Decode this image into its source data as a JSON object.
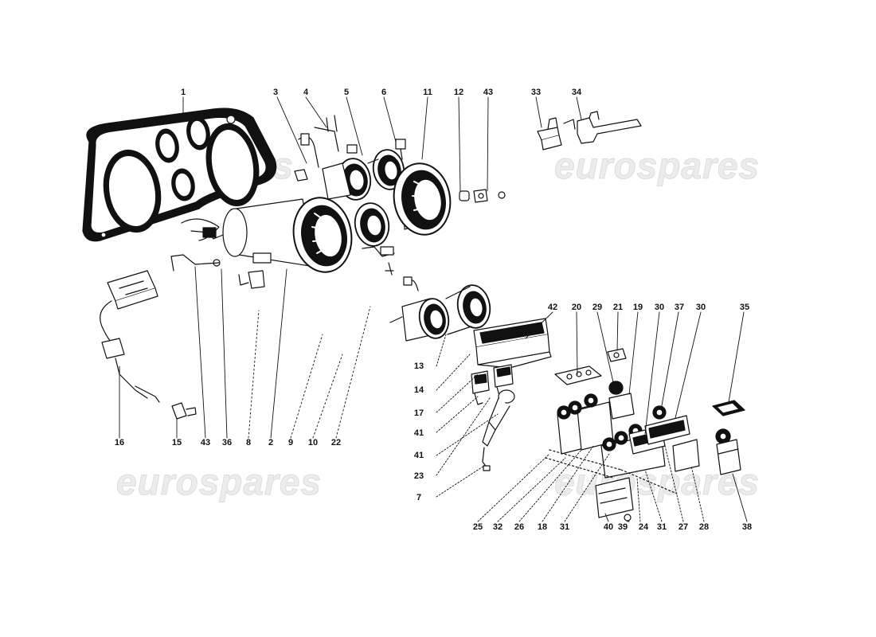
{
  "watermark": {
    "text": "eurospares",
    "color": "#e6e6e6"
  },
  "callouts": [
    {
      "id": "c1",
      "text": "1"
    },
    {
      "id": "c3",
      "text": "3"
    },
    {
      "id": "c4",
      "text": "4"
    },
    {
      "id": "c5",
      "text": "5"
    },
    {
      "id": "c6",
      "text": "6"
    },
    {
      "id": "c11",
      "text": "11"
    },
    {
      "id": "c12",
      "text": "12"
    },
    {
      "id": "c43a",
      "text": "43"
    },
    {
      "id": "c33",
      "text": "33"
    },
    {
      "id": "c34",
      "text": "34"
    },
    {
      "id": "c42",
      "text": "42"
    },
    {
      "id": "c20",
      "text": "20"
    },
    {
      "id": "c21",
      "text": "21"
    },
    {
      "id": "c29",
      "text": "29"
    },
    {
      "id": "c19",
      "text": "19"
    },
    {
      "id": "c30a",
      "text": "30"
    },
    {
      "id": "c37",
      "text": "37"
    },
    {
      "id": "c30b",
      "text": "30"
    },
    {
      "id": "c35",
      "text": "35"
    },
    {
      "id": "c13",
      "text": "13"
    },
    {
      "id": "c14",
      "text": "14"
    },
    {
      "id": "c17",
      "text": "17"
    },
    {
      "id": "c41a",
      "text": "41"
    },
    {
      "id": "c41b",
      "text": "41"
    },
    {
      "id": "c23",
      "text": "23"
    },
    {
      "id": "c7",
      "text": "7"
    },
    {
      "id": "c16",
      "text": "16"
    },
    {
      "id": "c15",
      "text": "15"
    },
    {
      "id": "c43b",
      "text": "43"
    },
    {
      "id": "c36",
      "text": "36"
    },
    {
      "id": "c8",
      "text": "8"
    },
    {
      "id": "c2",
      "text": "2"
    },
    {
      "id": "c9",
      "text": "9"
    },
    {
      "id": "c10",
      "text": "10"
    },
    {
      "id": "c22",
      "text": "22"
    },
    {
      "id": "c25",
      "text": "25"
    },
    {
      "id": "c32",
      "text": "32"
    },
    {
      "id": "c26",
      "text": "26"
    },
    {
      "id": "c18",
      "text": "18"
    },
    {
      "id": "c31a",
      "text": "31"
    },
    {
      "id": "c40",
      "text": "40"
    },
    {
      "id": "c39",
      "text": "39"
    },
    {
      "id": "c24",
      "text": "24"
    },
    {
      "id": "c31b",
      "text": "31"
    },
    {
      "id": "c27",
      "text": "27"
    },
    {
      "id": "c28",
      "text": "28"
    },
    {
      "id": "c38",
      "text": "38"
    }
  ],
  "style": {
    "ink": "#111111",
    "paper": "#ffffff"
  }
}
